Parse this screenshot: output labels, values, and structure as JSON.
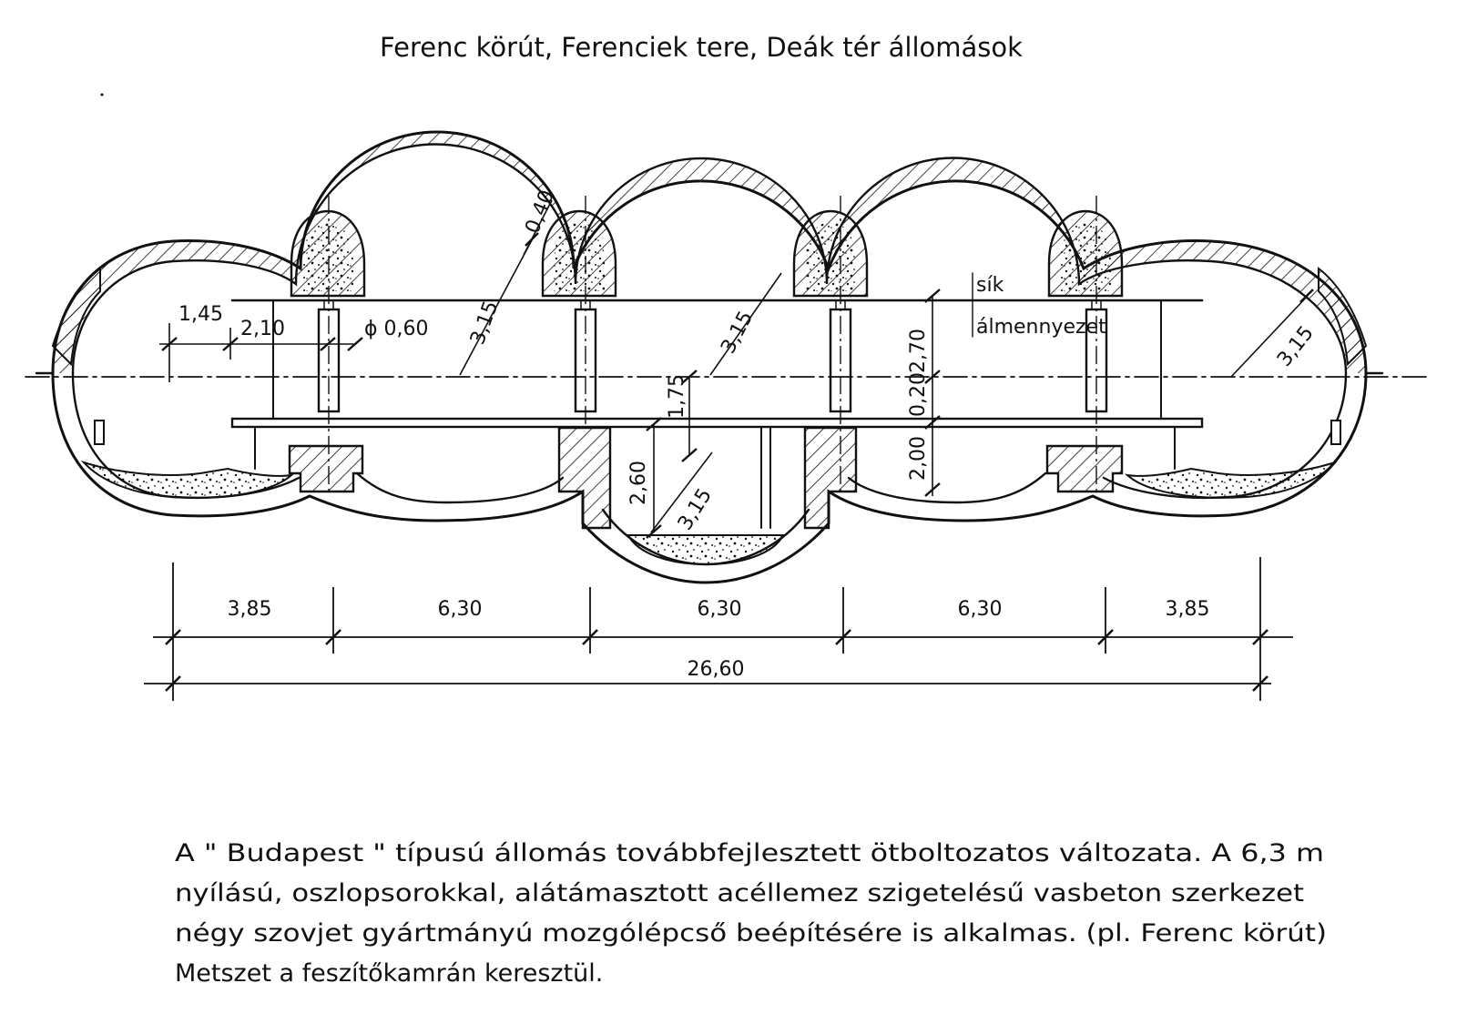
{
  "title": "Ferenc körút, Ferenciek tere, Deák tér állomások",
  "section": {
    "radius_labels": [
      "3,15",
      "3,15",
      "3,15",
      "3,15"
    ],
    "wall_thickness": "0,40",
    "column_diameter": "ϕ 0,60",
    "offset_left": "1,45",
    "offset_right": "2,10",
    "ceiling_note_line1": "sík",
    "ceiling_note_line2": "álmennyezet",
    "height_upper": "2,70",
    "slab_thickness": "0,20",
    "height_lower": "2,00",
    "center_height": "1,75",
    "pit_depth": "2,60"
  },
  "dimensions": {
    "segments": [
      "3,85",
      "6,30",
      "6,30",
      "6,30",
      "3,85"
    ],
    "total": "26,60"
  },
  "caption": [
    "A \" Budapest \" típusú állomás továbbfejlesztett ötboltozatos változata. A 6,3 m",
    "nyílású, oszlopsorokkal, alátámasztott acéllemez szigetelésű vasbeton szerkezet",
    "négy szovjet gyártmányú mozgólépcső beépítésére is alkalmas. (pl. Ferenc körút)",
    "Metszet a feszítőkamrán keresztül."
  ]
}
